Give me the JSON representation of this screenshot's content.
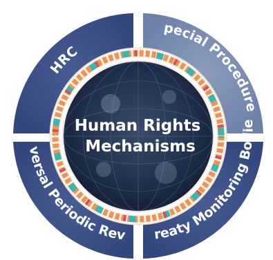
{
  "center": {
    "line1": "Human Rights",
    "line2": "Mechanisms"
  },
  "segments": [
    {
      "label": "HRC"
    },
    {
      "label": "Special Procedureas"
    },
    {
      "label": "Universal Periodic Review"
    },
    {
      "label": "Treaty Monitoring Bodies"
    }
  ],
  "colors": {
    "segment_light": "#7d8fb3",
    "segment_dark": "#3d5088",
    "ring_cream": "#f4efe6",
    "ring_orange": "#e8955a",
    "ring_teal": "#3fb3ad",
    "ring_red": "#d65353",
    "globe_dark": "#1b2a45",
    "text": "#ffffff"
  }
}
